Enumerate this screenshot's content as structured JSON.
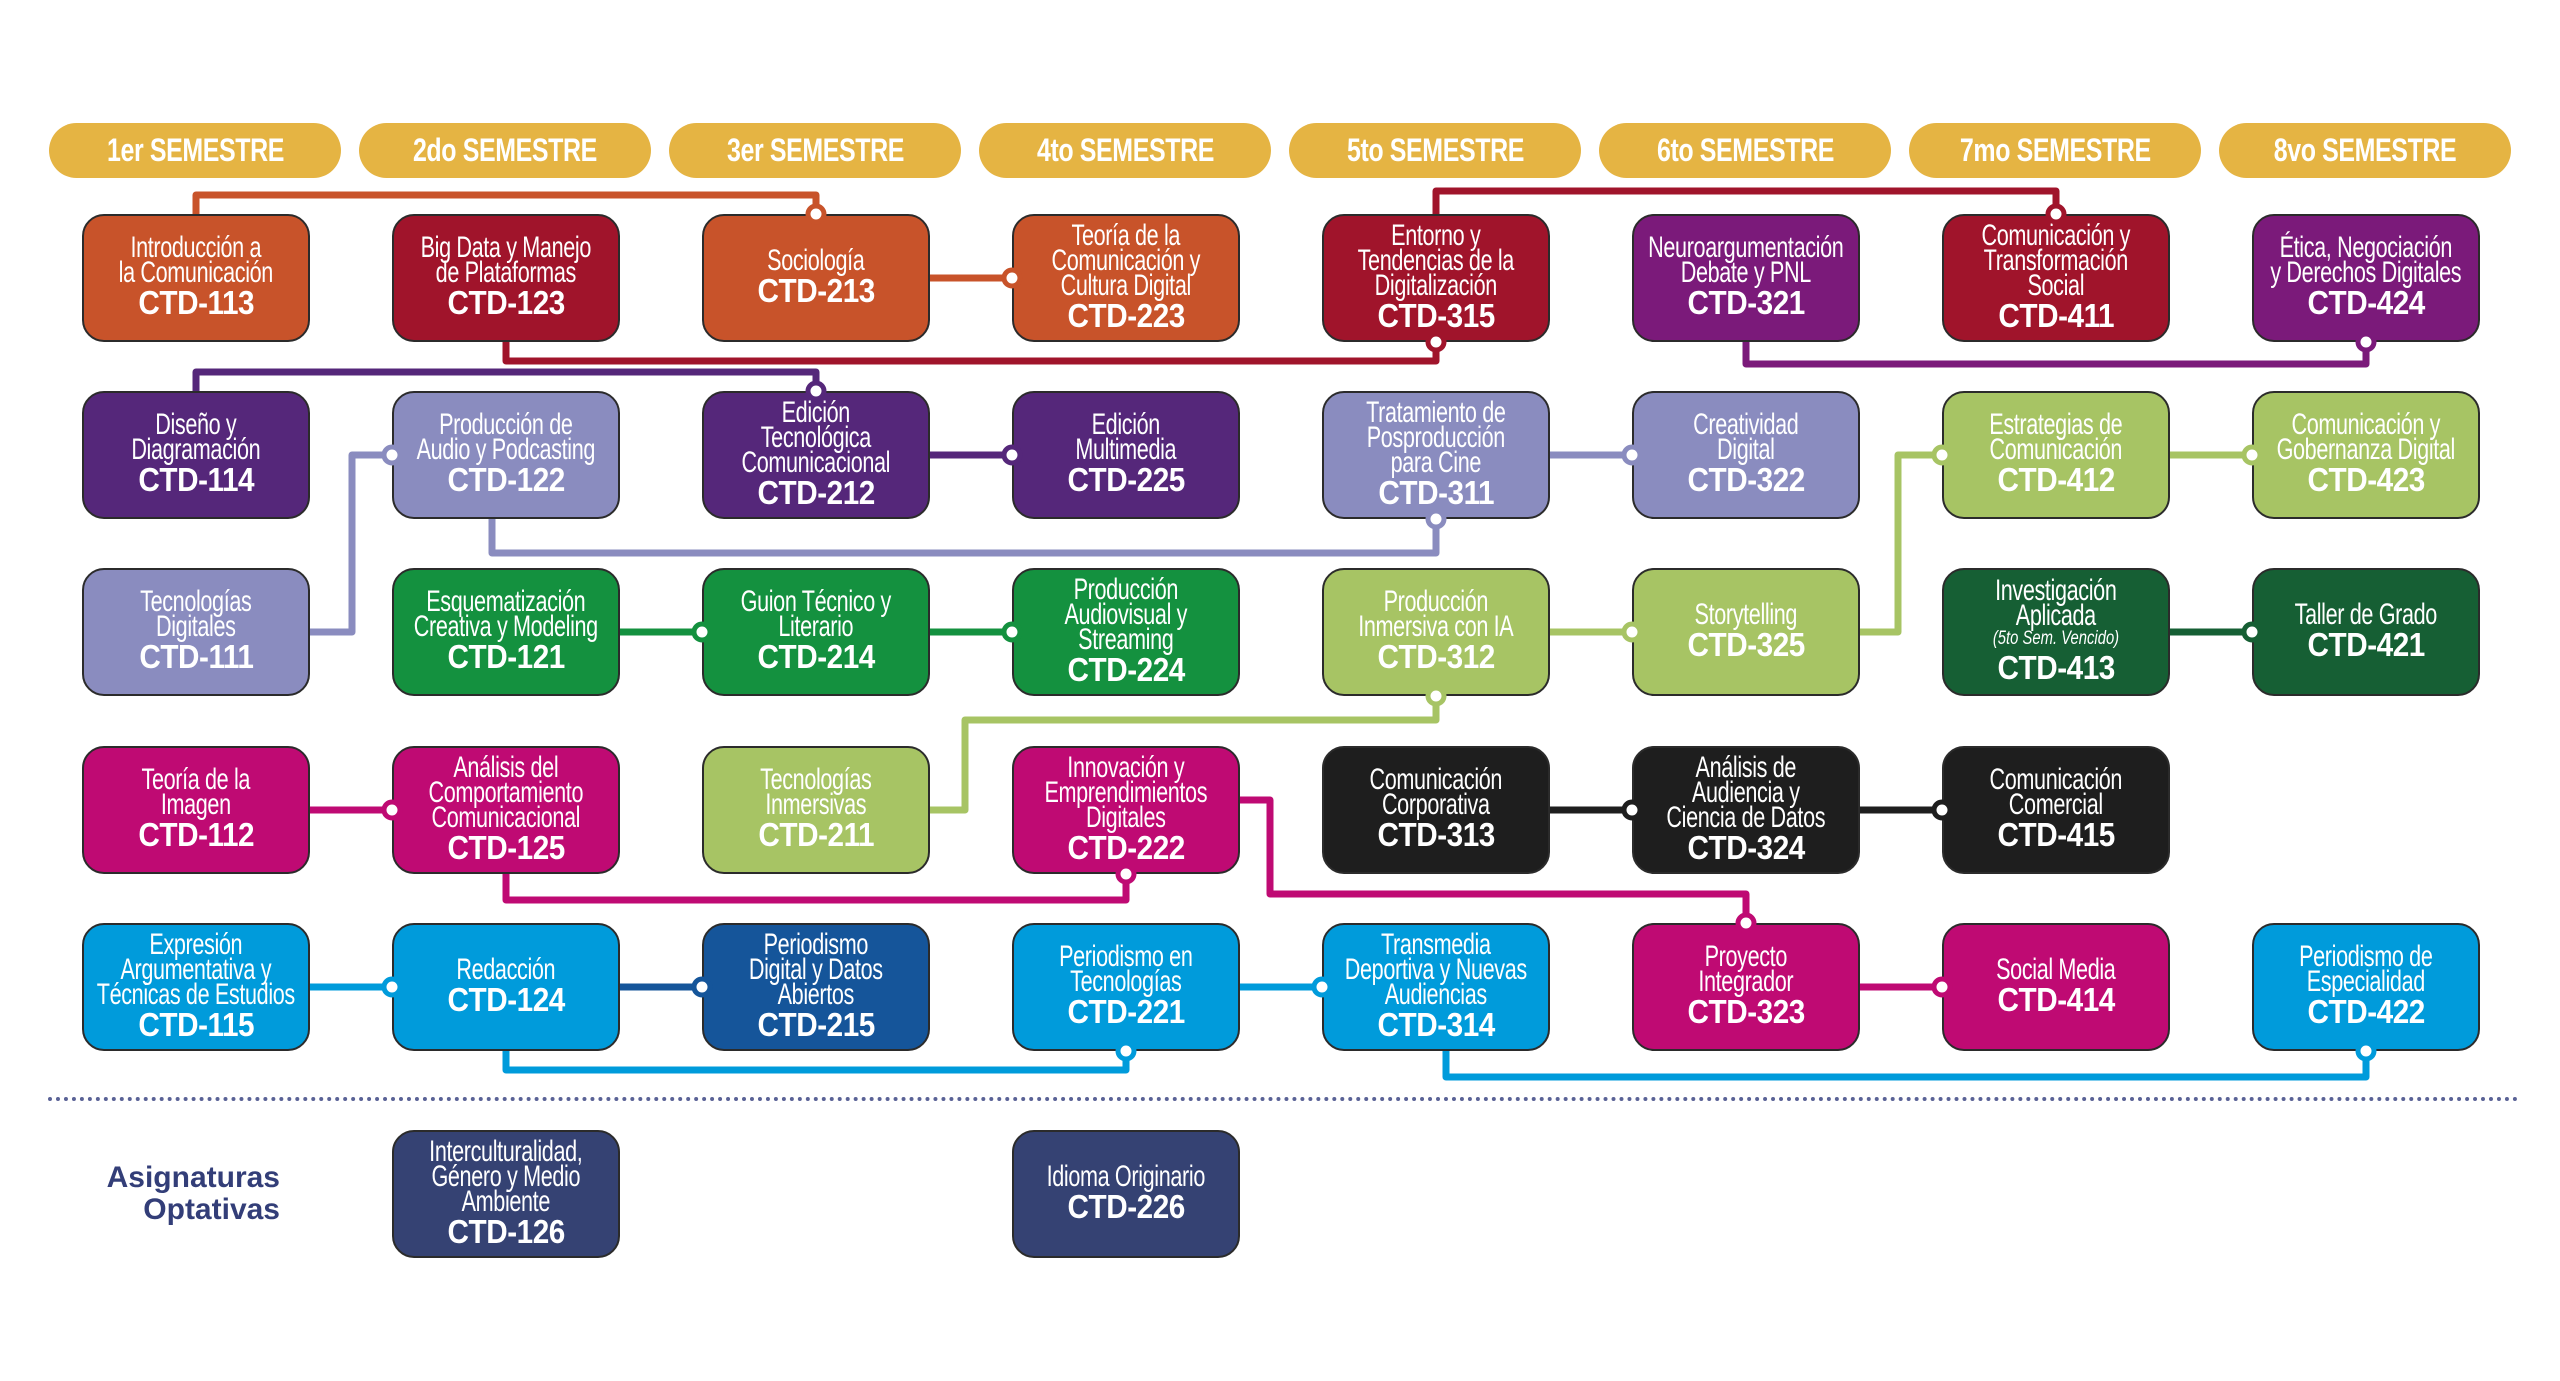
{
  "semesters": [
    "1er SEMESTRE",
    "2do SEMESTRE",
    "3er SEMESTRE",
    "4to SEMESTRE",
    "5to SEMESTRE",
    "6to SEMESTRE",
    "7mo SEMESTRE",
    "8vo SEMESTRE"
  ],
  "optional_label": "Asignaturas\nOptativas",
  "colors": {
    "header": "#E5B443",
    "orange": "#C8532A",
    "darkred": "#A0142B",
    "purple": "#55277A",
    "plum": "#7B1A7A",
    "lavender": "#8A8CBF",
    "green": "#14913F",
    "lightgreen": "#A7C464",
    "darkgreen": "#165F34",
    "magenta": "#BF0A73",
    "blue": "#009BDB",
    "darkblue": "#15559A",
    "black": "#1E1E1E",
    "navy": "#354273"
  },
  "courses": {
    "CTD-113": {
      "title": "Introducción a\nla Comunicación",
      "code": "CTD-113"
    },
    "CTD-123": {
      "title": "Big Data y Manejo\nde Plataformas",
      "code": "CTD-123"
    },
    "CTD-213": {
      "title": "Sociología",
      "code": "CTD-213"
    },
    "CTD-223": {
      "title": "Teoría de la\nComunicación y\nCultura Digital",
      "code": "CTD-223"
    },
    "CTD-315": {
      "title": "Entorno y\nTendencias de la\nDigitalización",
      "code": "CTD-315"
    },
    "CTD-321": {
      "title": "Neuroargumentación\nDebate y PNL",
      "code": "CTD-321"
    },
    "CTD-411": {
      "title": "Comunicación y\nTransformación\nSocial",
      "code": "CTD-411"
    },
    "CTD-424": {
      "title": "Ética, Negociación\ny Derechos Digitales",
      "code": "CTD-424"
    },
    "CTD-114": {
      "title": "Diseño y\nDiagramación",
      "code": "CTD-114"
    },
    "CTD-122": {
      "title": "Producción de\nAudio y Podcasting",
      "code": "CTD-122"
    },
    "CTD-212": {
      "title": "Edición\nTecnológica\nComunicacional",
      "code": "CTD-212"
    },
    "CTD-225": {
      "title": "Edición\nMultimedia",
      "code": "CTD-225"
    },
    "CTD-311": {
      "title": "Tratamiento de\nPosproducción\npara Cine",
      "code": "CTD-311"
    },
    "CTD-322": {
      "title": "Creatividad\nDigital",
      "code": "CTD-322"
    },
    "CTD-412": {
      "title": "Estrategias de\nComunicación",
      "code": "CTD-412"
    },
    "CTD-423": {
      "title": "Comunicación y\nGobernanza Digital",
      "code": "CTD-423"
    },
    "CTD-111": {
      "title": "Tecnologías\nDigitales",
      "code": "CTD-111"
    },
    "CTD-121": {
      "title": "Esquematización\nCreativa y Modeling",
      "code": "CTD-121"
    },
    "CTD-214": {
      "title": "Guion Técnico y\nLiterario",
      "code": "CTD-214"
    },
    "CTD-224": {
      "title": "Producción\nAudiovisual y\nStreaming",
      "code": "CTD-224"
    },
    "CTD-312": {
      "title": "Producción\nInmersiva con IA",
      "code": "CTD-312"
    },
    "CTD-325": {
      "title": "Storytelling",
      "code": "CTD-325"
    },
    "CTD-413": {
      "title": "Investigación\nAplicada",
      "note": "(5to Sem. Vencido)",
      "code": "CTD-413"
    },
    "CTD-421": {
      "title": "Taller de Grado",
      "code": "CTD-421"
    },
    "CTD-112": {
      "title": "Teoría de la\nImagen",
      "code": "CTD-112"
    },
    "CTD-125": {
      "title": "Análisis del\nComportamiento\nComunicacional",
      "code": "CTD-125"
    },
    "CTD-211": {
      "title": "Tecnologías\nInmersivas",
      "code": "CTD-211"
    },
    "CTD-222": {
      "title": "Innovación y\nEmprendimientos\nDigitales",
      "code": "CTD-222"
    },
    "CTD-313": {
      "title": "Comunicación\nCorporativa",
      "code": "CTD-313"
    },
    "CTD-324": {
      "title": "Análisis de\nAudiencia y\nCiencia de Datos",
      "code": "CTD-324"
    },
    "CTD-415": {
      "title": "Comunicación\nComercial",
      "code": "CTD-415"
    },
    "CTD-115": {
      "title": "Expresión\nArgumentativa y\nTécnicas de Estudios",
      "code": "CTD-115"
    },
    "CTD-124": {
      "title": "Redacción",
      "code": "CTD-124"
    },
    "CTD-215": {
      "title": "Periodismo\nDigital y Datos\nAbiertos",
      "code": "CTD-215"
    },
    "CTD-221": {
      "title": "Periodismo en\nTecnologías",
      "code": "CTD-221"
    },
    "CTD-314": {
      "title": "Transmedia\nDeportiva y Nuevas\nAudiencias",
      "code": "CTD-314"
    },
    "CTD-323": {
      "title": "Proyecto\nIntegrador",
      "code": "CTD-323"
    },
    "CTD-414": {
      "title": "Social Media",
      "code": "CTD-414"
    },
    "CTD-422": {
      "title": "Periodismo de\nEspecialidad",
      "code": "CTD-422"
    },
    "CTD-126": {
      "title": "Interculturalidad,\nGénero y Medio\nAmbiente",
      "code": "CTD-126"
    },
    "CTD-226": {
      "title": "Idioma Originario",
      "code": "CTD-226"
    }
  }
}
